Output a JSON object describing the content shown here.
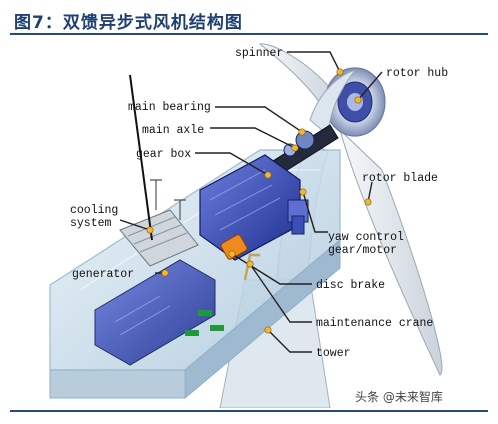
{
  "figure": {
    "title": "图7：双馈异步式风机结构图"
  },
  "labels": {
    "spinner": "spinner",
    "rotor_hub": "rotor hub",
    "main_bearing": "main bearing",
    "main_axle": "main axle",
    "gear_box": "gear box",
    "cooling_line1": "cooling",
    "cooling_line2": "system",
    "rotor_blade": "rotor blade",
    "yaw_line1": "yaw control",
    "yaw_line2": "gear/motor",
    "generator": "generator",
    "disc_brake": "disc brake",
    "maintenance_crane": "maintenance crane",
    "tower": "tower"
  },
  "watermark": {
    "text": "头条 @未来智库"
  },
  "colors": {
    "title": "#1f3f72",
    "label_dot": "#f2b730",
    "nacelle": "#c9dcea",
    "machinery": "#3a4fb8"
  }
}
